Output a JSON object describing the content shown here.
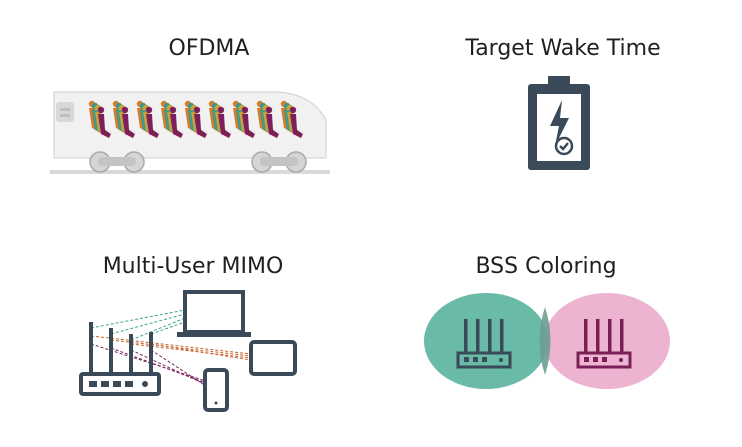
{
  "features": {
    "ofdma": {
      "title": "OFDMA",
      "icon": "train-with-passengers-icon"
    },
    "twt": {
      "title": "Target Wake Time",
      "icon": "battery-charging-icon"
    },
    "mimo": {
      "title": "Multi-User MIMO",
      "icon": "router-multiple-devices-icon"
    },
    "bss": {
      "title": "BSS Coloring",
      "icon": "overlapping-router-networks-icon"
    }
  },
  "colors": {
    "text": "#1f1f1f",
    "device": "#3a4a58",
    "passenger_purple": "#7d1f5e",
    "passenger_gold": "#c9a23a",
    "passenger_teal": "#3a9a8a",
    "passenger_orange": "#d8792c",
    "teal_network": "#4fae98",
    "pink_network": "#e59bc0",
    "beam_teal": "#3fa58e",
    "beam_orange": "#c8642c",
    "beam_purple": "#7a2460"
  }
}
